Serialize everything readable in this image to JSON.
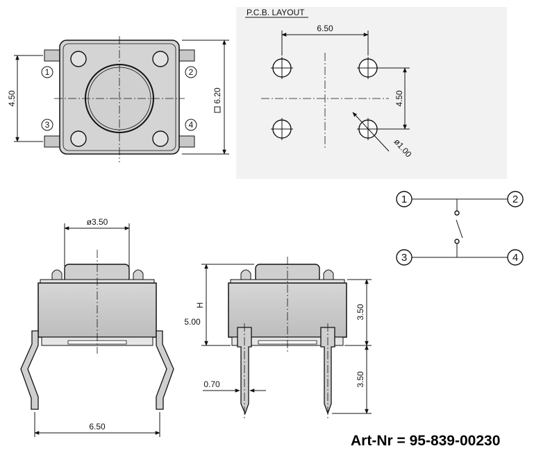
{
  "top_view": {
    "dim_width": "6.20",
    "dim_pitch_v": "4.50",
    "pins": [
      "1",
      "2",
      "3",
      "4"
    ]
  },
  "pcb_layout": {
    "title": "P.C.B. LAYOUT",
    "dim_h": "6.50",
    "dim_v": "4.50",
    "dim_hole": "ø1.00"
  },
  "schematic": {
    "pins": [
      "1",
      "2",
      "3",
      "4"
    ]
  },
  "front_view": {
    "dim_cap": "ø3.50",
    "dim_pitch": "6.50"
  },
  "side_view": {
    "dim_h_label": "H",
    "dim_h_value": "5.00",
    "dim_body": "3.50",
    "dim_lead": "3.50",
    "dim_pin": "0.70"
  },
  "article": "Art-Nr = 95-839-00230"
}
